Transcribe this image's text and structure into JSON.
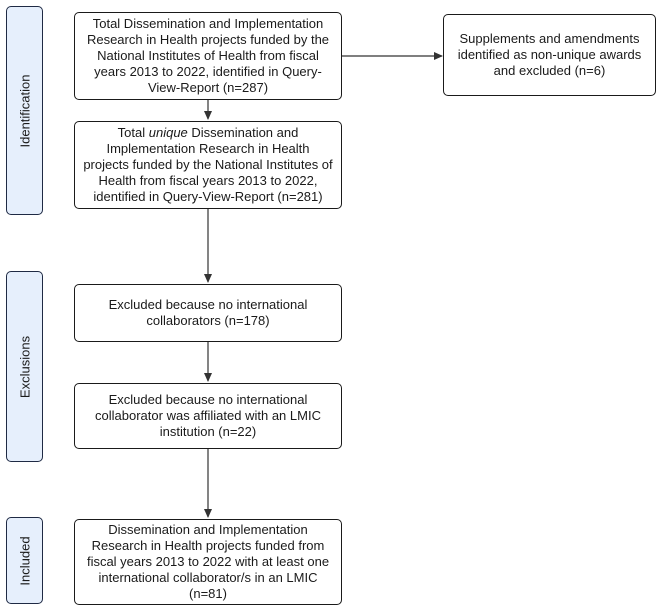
{
  "phases": {
    "identification": "Identification",
    "exclusions": "Exclusions",
    "included": "Included"
  },
  "boxes": {
    "total_projects": "Total Dissemination and Implementation Research in Health projects funded by the National Institutes of Health from fiscal years 2013 to 2022, identified in Query-View-Report (n=287)",
    "supplements_excluded": "Supplements and amendments identified as non-unique awards and excluded (n=6)",
    "unique_prefix": "Total ",
    "unique_emphasis": "unique",
    "unique_rest": " Dissemination and Implementation Research in Health projects funded by the National Institutes of Health from fiscal years 2013 to 2022, identified in Query-View-Report (n=281)",
    "excluded_no_international": "Excluded because no international collaborators (n=178)",
    "excluded_no_lmic": "Excluded because no international collaborator was affiliated with an LMIC institution (n=22)",
    "included_final": "Dissemination and Implementation Research in Health projects funded from fiscal years 2013 to 2022 with at least one international collaborator/s in an LMIC (n=81)"
  },
  "colors": {
    "phase_fill": "#e6effc",
    "phase_border": "#1f2a44",
    "box_border": "#1a1a1a",
    "connector": "#333333"
  }
}
